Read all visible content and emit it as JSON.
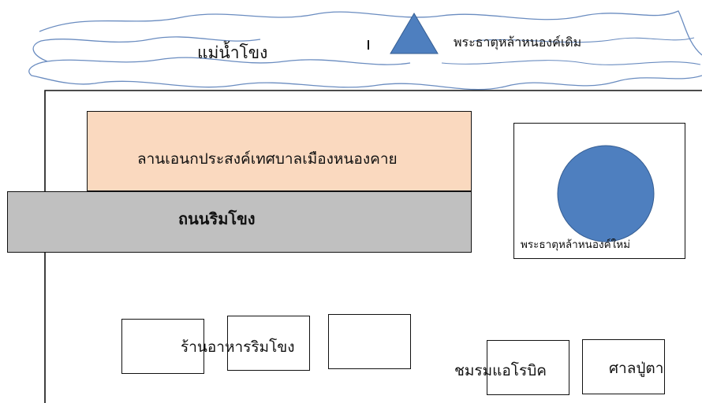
{
  "river": {
    "label": "แม่น้ำโขง"
  },
  "old_pagoda": {
    "label": "พระธาตุหล้าหนองค์เดิม",
    "marker_color": "#4e7fbf"
  },
  "plaza": {
    "label": "ลานเอนกประสงค์เทศบาลเมืองหนองคาย",
    "fill_color": "#fad9bf"
  },
  "road": {
    "label": "ถนนริมโขง",
    "fill_color": "#c0c0c0"
  },
  "new_pagoda": {
    "label": "พระธาตุหล้าหนองค์ใหม่",
    "marker_color": "#4e7fbf"
  },
  "restaurant": {
    "label": "ร้านอาหารริมโขง"
  },
  "aerobics_club": {
    "label": "ชมรมแอโรบิค"
  },
  "spirit_house": {
    "label": "ศาลปู่ตา"
  },
  "river_outline_color": "#6a8cc0"
}
